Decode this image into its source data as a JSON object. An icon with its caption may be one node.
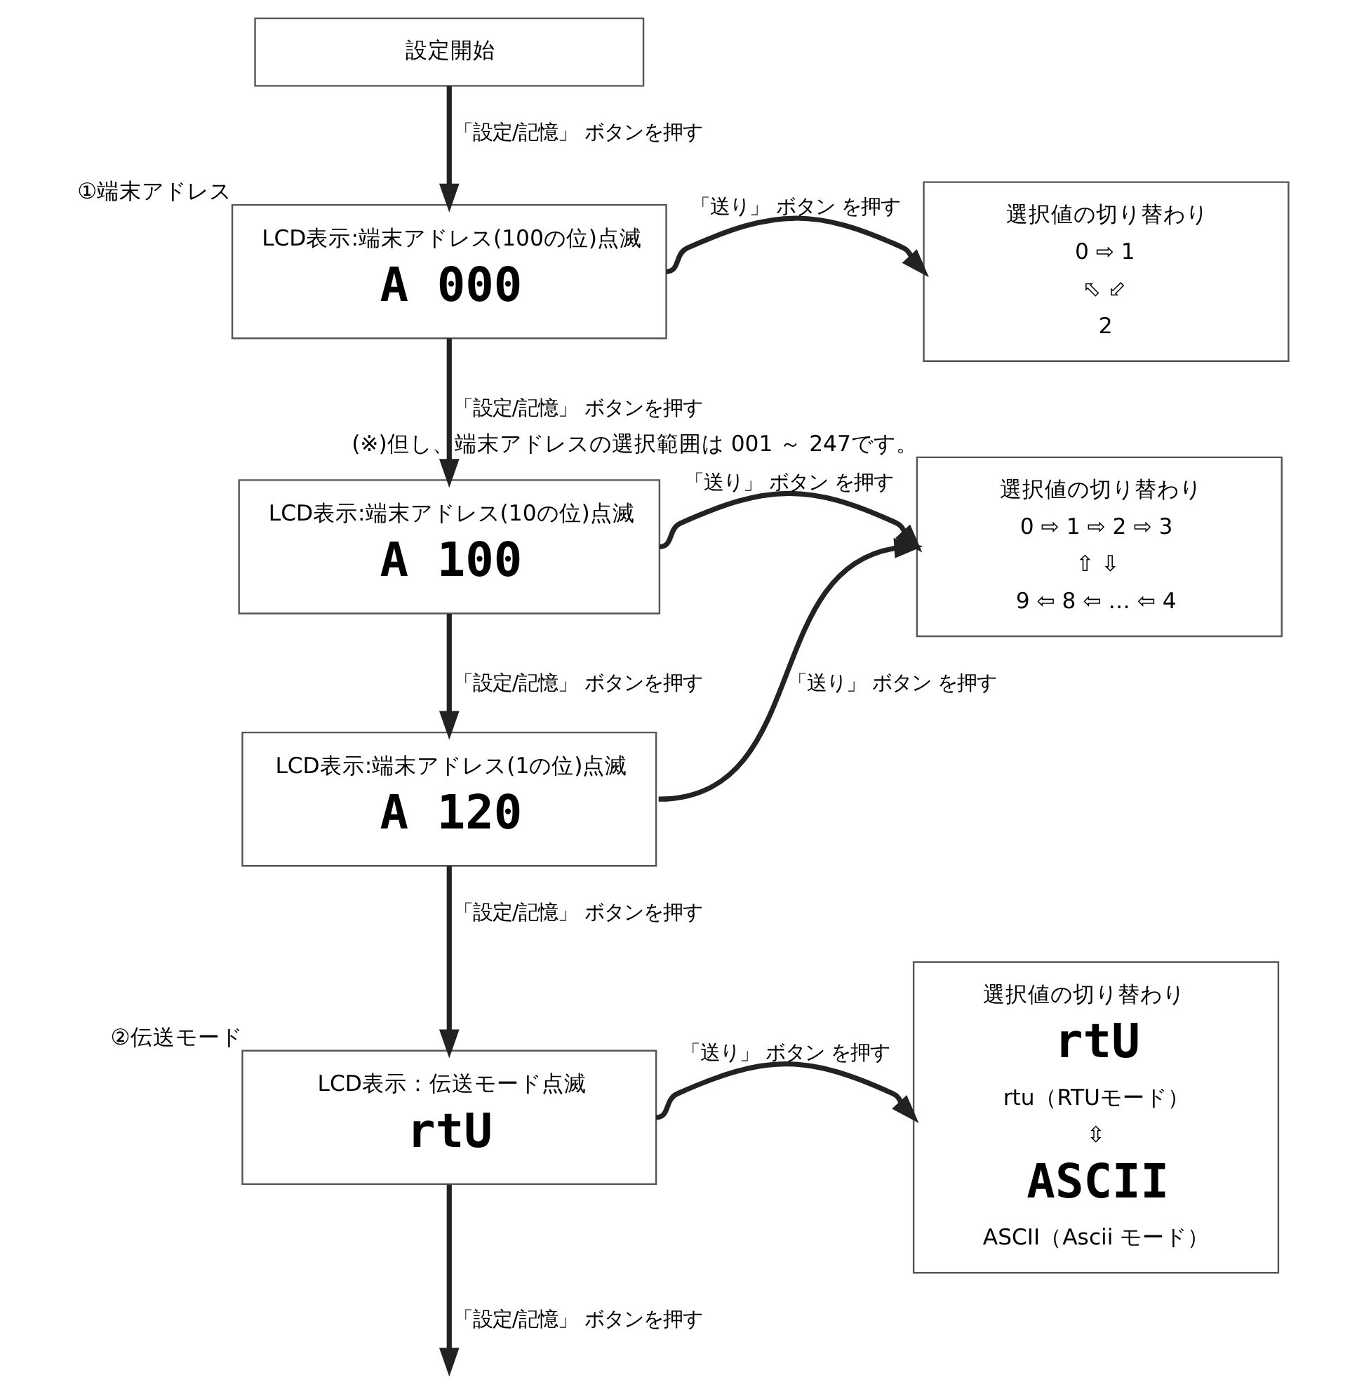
{
  "diagram": {
    "nodes": [
      {
        "text": [
          "設定開始"
        ]
      },
      {
        "text": [
          "LCD表示:端末アドレス(100の位)点滅",
          "A 000"
        ],
        "beside": [
          "①端末アドレス"
        ]
      },
      {
        "text": [
          "選択値の切り替わり",
          "0 ⇨ 1",
          "⬁ ⬃",
          "2"
        ]
      },
      {
        "text": [
          "LCD表示:端末アドレス(10の位)点滅",
          "A 100"
        ]
      },
      {
        "text": [
          "選択値の切り替わり",
          "0 ⇨ 1 ⇨ 2 ⇨ 3",
          "⇧ ⇩",
          "9 ⇦ 8 ⇦ … ⇦ 4"
        ],
        "beside": [
          "(※)但し、端末アドレスの選択範囲は 001 ～ 247です。"
        ]
      },
      {
        "text": [
          "LCD表示:端末アドレス(1の位)点滅",
          "A 120"
        ]
      },
      {
        "text": [
          "LCD表示：伝送モード点滅",
          "rtU"
        ],
        "beside": [
          "②伝送モード"
        ]
      },
      {
        "text": [
          "選択値の切り替わり",
          "rtU",
          "rtu（RTUモード）",
          "⇳",
          "ASCII",
          "ASCII（Ascii モード）"
        ]
      }
    ],
    "edges": [
      {
        "from": 0,
        "to": 1,
        "arrow": "to",
        "label": "「設定/記憶」 ボタンを押す"
      },
      {
        "from": 1,
        "to": 2,
        "arrow": "to",
        "label": "「送り」 ボタン を押す"
      },
      {
        "from": 1,
        "to": 3,
        "arrow": "to",
        "label": "「設定/記憶」 ボタンを押す"
      },
      {
        "from": 3,
        "to": 4,
        "arrow": "to",
        "label": "「送り」 ボタン を押す"
      },
      {
        "from": 3,
        "to": 5,
        "arrow": "to",
        "label": "「設定/記憶」 ボタンを押す"
      },
      {
        "from": 5,
        "to": 4,
        "arrow": "to",
        "label": "「送り」 ボタン を押す"
      },
      {
        "from": 5,
        "to": 6,
        "arrow": "to",
        "label": "「設定/記憶」 ボタンを押す"
      },
      {
        "from": 6,
        "to": 7,
        "arrow": "to",
        "label": "「送り」 ボタン を押す"
      },
      {
        "from": 6,
        "to": null,
        "arrow": "to",
        "label": "「設定/記憶」 ボタンを押す"
      }
    ]
  }
}
